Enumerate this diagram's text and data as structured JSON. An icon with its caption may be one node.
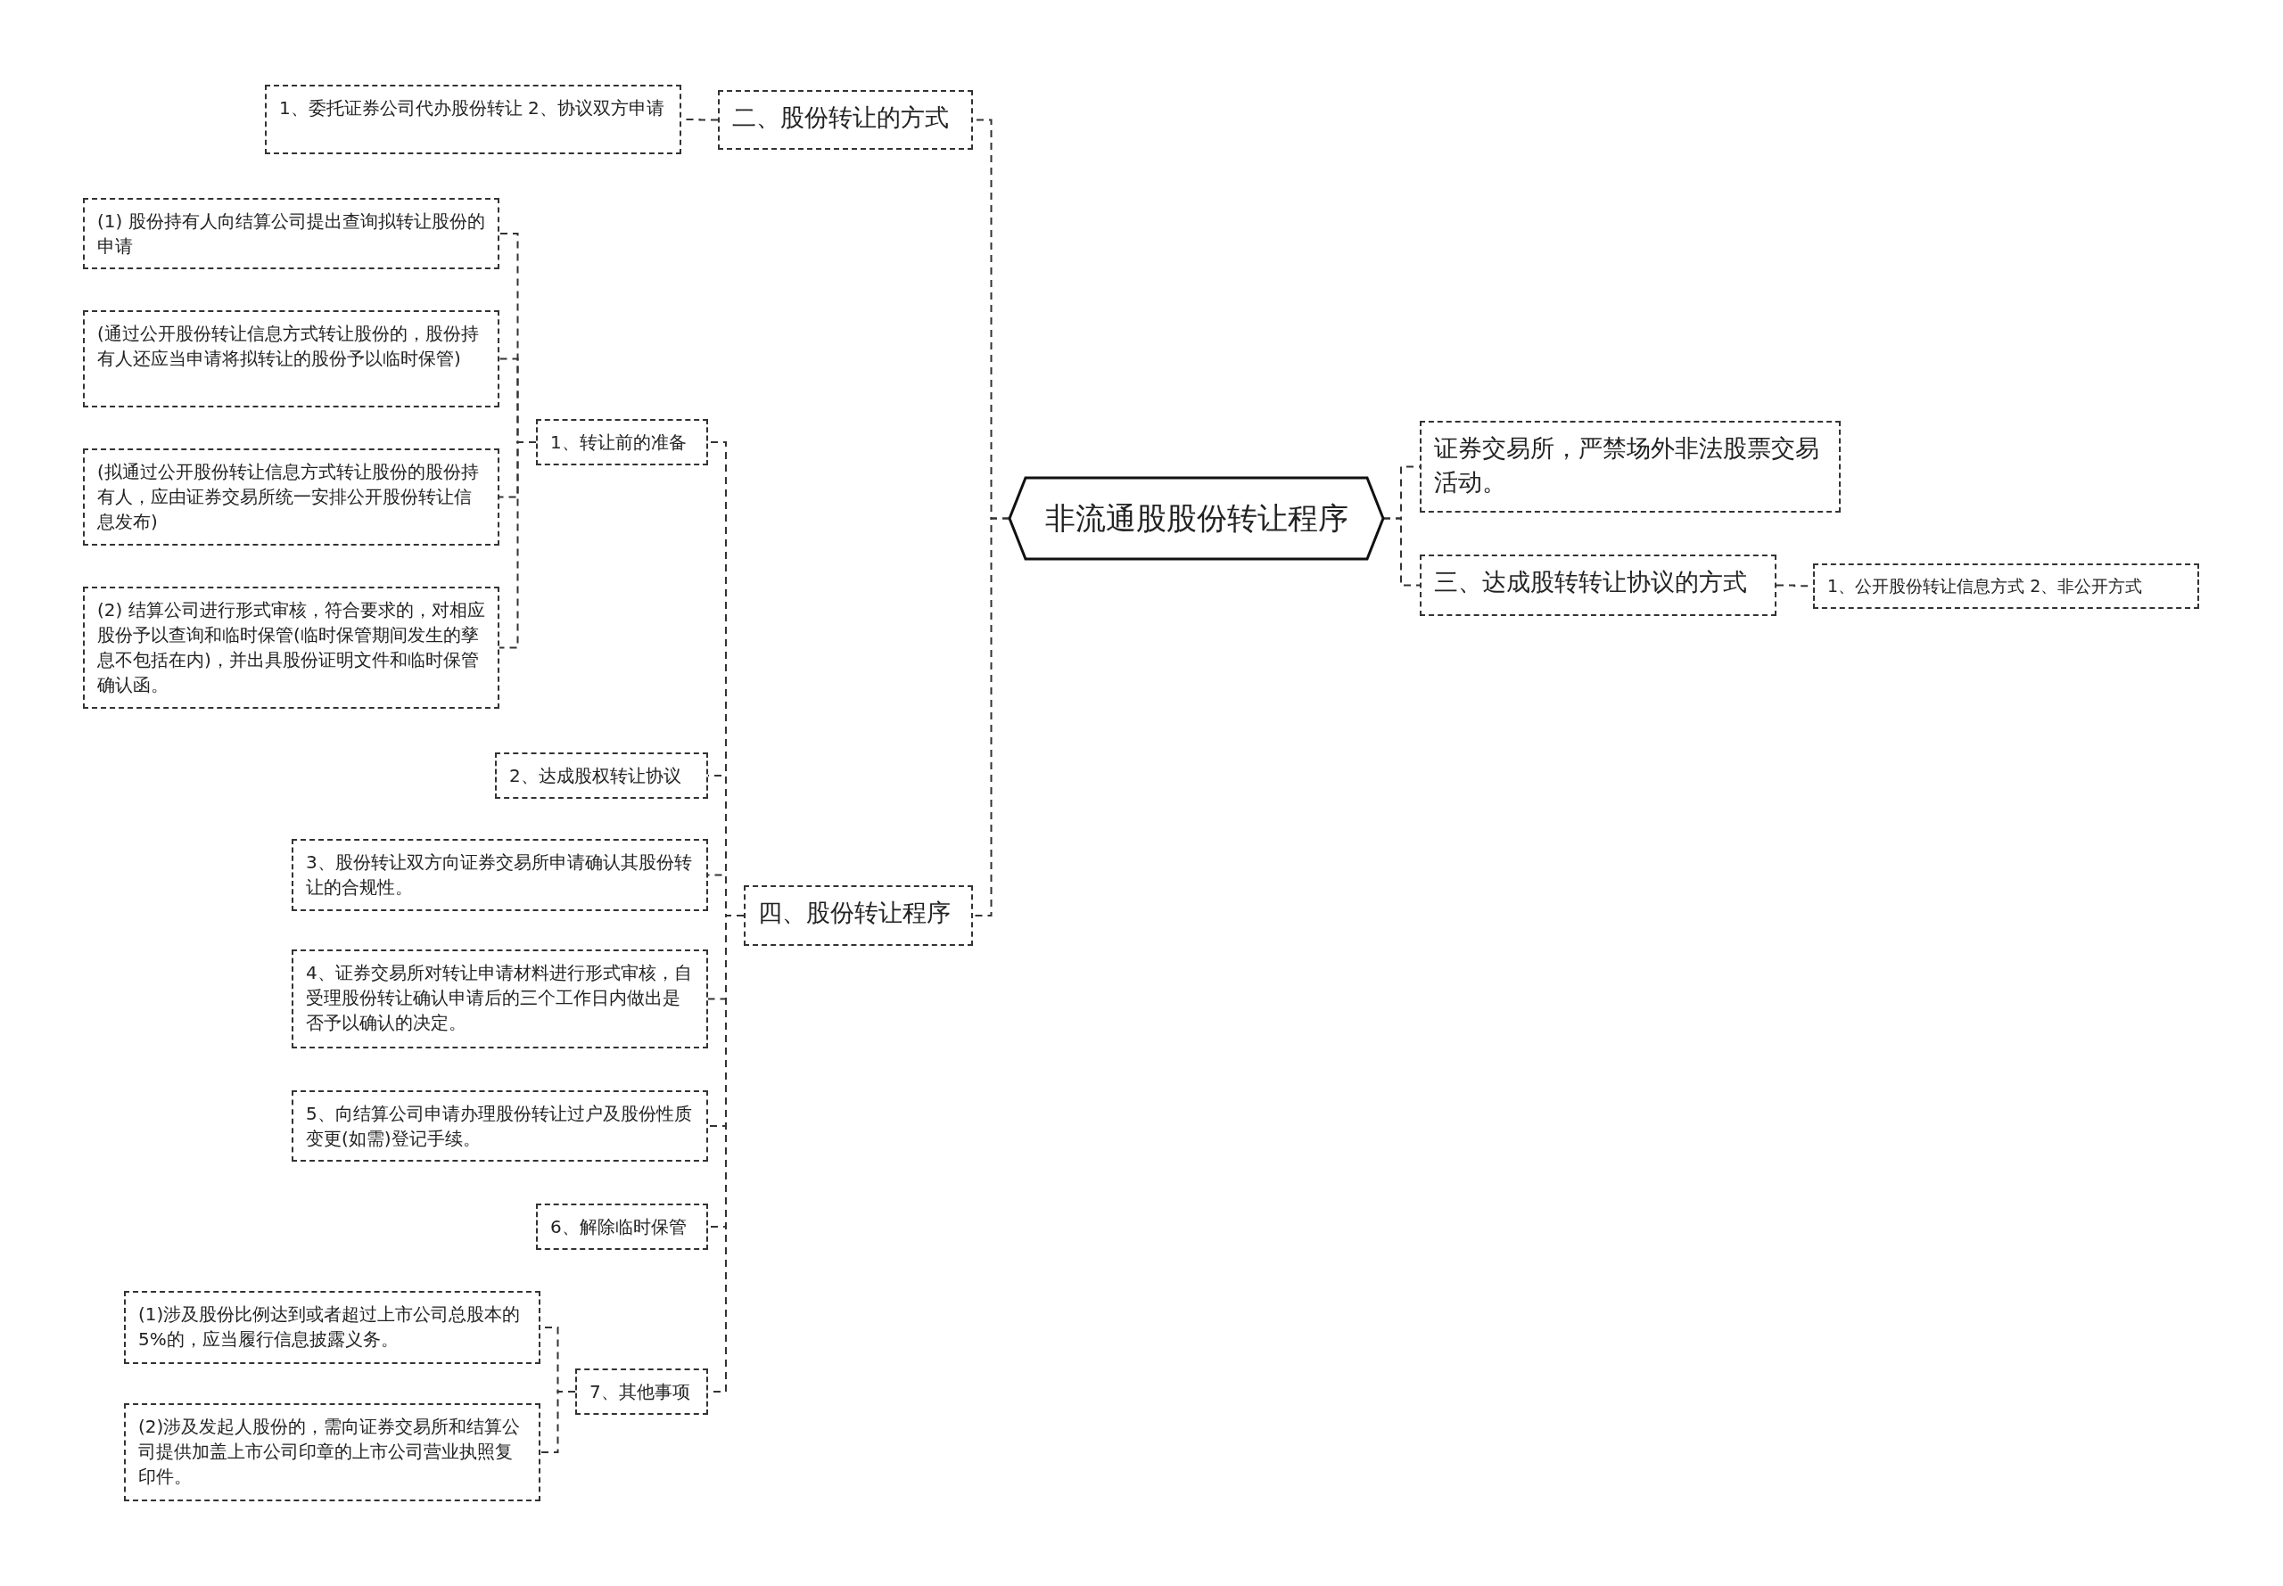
{
  "diagram": {
    "nodes": [
      {
        "text": [
          "非流通股股份转让程序"
        ]
      },
      {
        "text": [
          "二、股份转让的方式"
        ]
      },
      {
        "text": [
          "1、委托证券公司代办股份转让 2、协议双方申请"
        ]
      },
      {
        "text": [
          "四、股份转让程序"
        ]
      },
      {
        "text": [
          "1、转让前的准备"
        ]
      },
      {
        "text": [
          "(1) 股份持有人向结算公司提出查询拟转让股份的申请"
        ]
      },
      {
        "text": [
          "(通过公开股份转让信息方式转让股份的，股份持有人还应当申请将拟转让的股份予以临时保管)"
        ]
      },
      {
        "text": [
          "(拟通过公开股份转让信息方式转让股份的股份持有人，应由证券交易所统一安排公开股份转让信息发布)"
        ]
      },
      {
        "text": [
          "(2) 结算公司进行形式审核，符合要求的，对相应股份予以查询和临时保管(临时保管期间发生的孳息不包括在内)，并出具股份证明文件和临时保管确认函。"
        ]
      },
      {
        "text": [
          "2、达成股权转让协议"
        ]
      },
      {
        "text": [
          "3、股份转让双方向证券交易所申请确认其股份转让的合规性。"
        ]
      },
      {
        "text": [
          "4、证券交易所对转让申请材料进行形式审核，自受理股份转让确认申请后的三个工作日内做出是否予以确认的决定。"
        ]
      },
      {
        "text": [
          "5、向结算公司申请办理股份转让过户及股份性质变更(如需)登记手续。"
        ]
      },
      {
        "text": [
          "6、解除临时保管"
        ]
      },
      {
        "text": [
          "7、其他事项"
        ]
      },
      {
        "text": [
          "(1)涉及股份比例达到或者超过上市公司总股本的5%的，应当履行信息披露义务。"
        ]
      },
      {
        "text": [
          "(2)涉及发起人股份的，需向证券交易所和结算公司提供加盖上市公司印章的上市公司营业执照复印件。"
        ]
      },
      {
        "text": [
          "证券交易所，严禁场外非法股票交易活动。"
        ]
      },
      {
        "text": [
          "三、达成股转转让协议的方式"
        ]
      },
      {
        "text": [
          "1、公开股份转让信息方式 2、非公开方式"
        ]
      }
    ],
    "edges": [
      {
        "from": 0,
        "to": 1,
        "arrow": "none",
        "style": "dashed"
      },
      {
        "from": 1,
        "to": 2,
        "arrow": "none",
        "style": "dashed"
      },
      {
        "from": 0,
        "to": 3,
        "arrow": "none",
        "style": "dashed"
      },
      {
        "from": 3,
        "to": 4,
        "arrow": "none",
        "style": "dashed"
      },
      {
        "from": 4,
        "to": 5,
        "arrow": "none",
        "style": "dashed"
      },
      {
        "from": 4,
        "to": 6,
        "arrow": "none",
        "style": "dashed"
      },
      {
        "from": 4,
        "to": 7,
        "arrow": "none",
        "style": "dashed"
      },
      {
        "from": 4,
        "to": 8,
        "arrow": "none",
        "style": "dashed"
      },
      {
        "from": 3,
        "to": 9,
        "arrow": "none",
        "style": "dashed"
      },
      {
        "from": 3,
        "to": 10,
        "arrow": "none",
        "style": "dashed"
      },
      {
        "from": 3,
        "to": 11,
        "arrow": "none",
        "style": "dashed"
      },
      {
        "from": 3,
        "to": 12,
        "arrow": "none",
        "style": "dashed"
      },
      {
        "from": 3,
        "to": 13,
        "arrow": "none",
        "style": "dashed"
      },
      {
        "from": 3,
        "to": 14,
        "arrow": "none",
        "style": "dashed"
      },
      {
        "from": 14,
        "to": 15,
        "arrow": "none",
        "style": "dashed"
      },
      {
        "from": 14,
        "to": 16,
        "arrow": "none",
        "style": "dashed"
      },
      {
        "from": 0,
        "to": 17,
        "arrow": "none",
        "style": "dashed"
      },
      {
        "from": 0,
        "to": 18,
        "arrow": "none",
        "style": "dashed"
      },
      {
        "from": 18,
        "to": 19,
        "arrow": "none",
        "style": "dashed"
      }
    ]
  }
}
